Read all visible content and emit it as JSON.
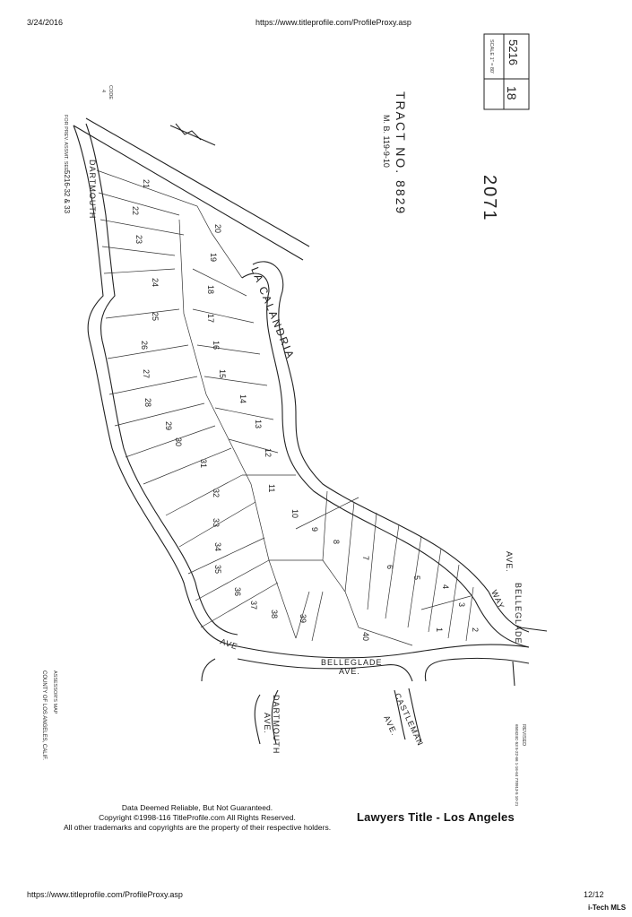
{
  "header": {
    "date": "3/24/2016",
    "url": "https://www.titleprofile.com/ProfileProxy.asp"
  },
  "map": {
    "book_page": "5216",
    "sheet": "18",
    "scale": "SCALE 1\" = 80'",
    "tract": "TRACT NO. 8829",
    "mb": "M. B. 119-9-10",
    "number": "2071",
    "code": "CODE",
    "code_number": "4",
    "prev_assmt": "FOR PREV. ASSMT. SEE:",
    "prev_ref": "5216-32 & 33",
    "county_note": "ASSESSOR'S MAP",
    "county": "COUNTY OF LOS ANGELES, CALIF.",
    "revised": "REVISED",
    "revised_dates": "650424C-53 5-22-66 1-16-64 770913-5 10-21",
    "streets": {
      "dartmouth_top": "DARTMOUTH",
      "dartmouth_bottom": "DARTMOUTH",
      "dartmouth_ave": "AVE.",
      "la_calandria": "LA CALANDRIA",
      "belleglade": "BELLEGLADE",
      "belleglade_ave": "AVE.",
      "belleglade_right": "BELLEGLADE",
      "belleglade_right_ave": "AVE.",
      "castleman": "CASTLEMAN",
      "castleman_ave": "AVE.",
      "ave_left": "AVE",
      "way": "WAY"
    },
    "lots": [
      "1",
      "2",
      "3",
      "4",
      "5",
      "6",
      "7",
      "8",
      "9",
      "10",
      "11",
      "12",
      "13",
      "14",
      "15",
      "16",
      "17",
      "18",
      "19",
      "20",
      "21",
      "22",
      "23",
      "24",
      "25",
      "26",
      "27",
      "28",
      "29",
      "30",
      "31",
      "32",
      "33",
      "34",
      "35",
      "36",
      "37",
      "38",
      "39",
      "40"
    ]
  },
  "footer": {
    "disclaimer1": "Data Deemed Reliable, But Not Guaranteed.",
    "disclaimer2": "Copyright ©1998-116 TitleProfile.com  All Rights Reserved.",
    "disclaimer3": "All other trademarks and copyrights are the property of their respective holders.",
    "company": "Lawyers Title - Los Angeles",
    "url": "https://www.titleprofile.com/ProfileProxy.asp",
    "page": "12/12",
    "mls": "i-Tech MLS"
  }
}
